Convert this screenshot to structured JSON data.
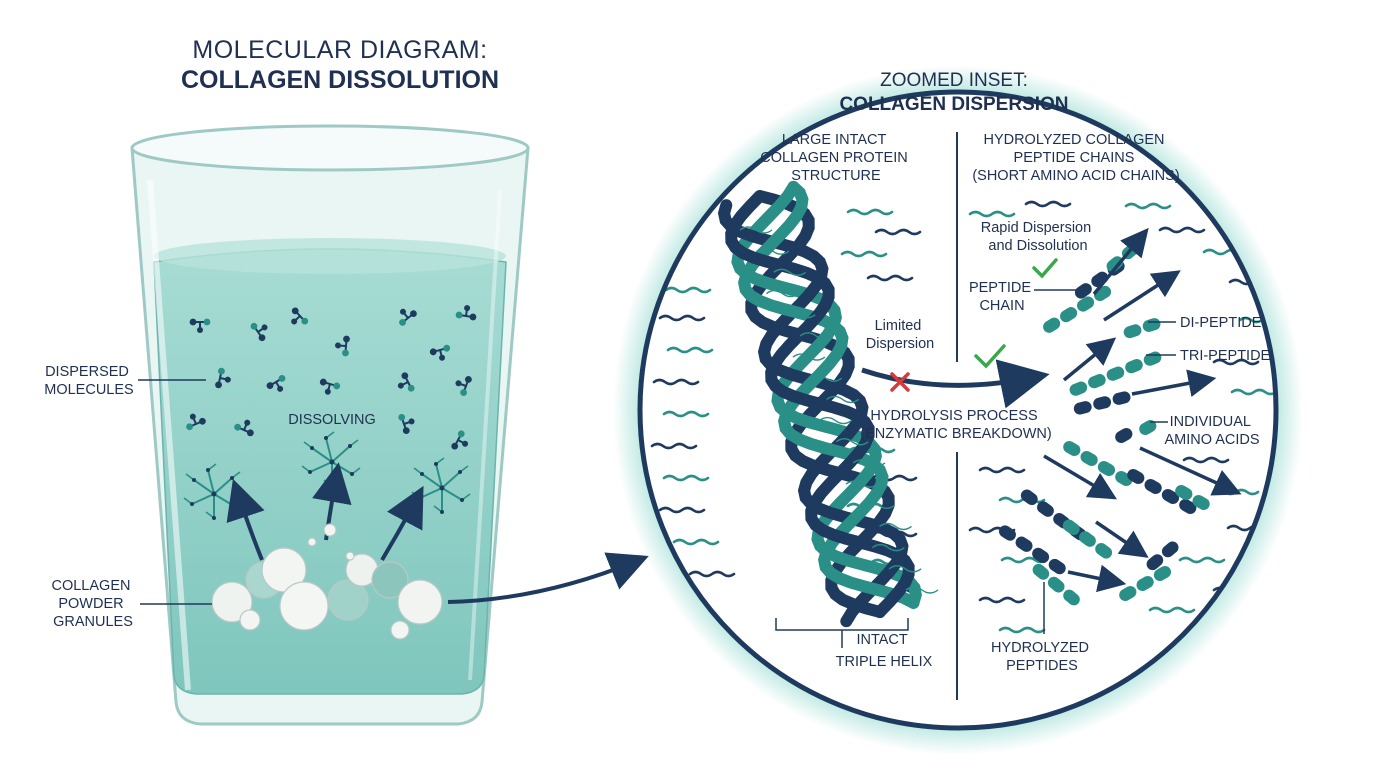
{
  "title": {
    "line1": "MOLECULAR DIAGRAM:",
    "line2": "COLLAGEN DISSOLUTION"
  },
  "glass_labels": {
    "dispersed": [
      "DISPERSED",
      "MOLECULES"
    ],
    "dissolving": "DISSOLVING",
    "granules": [
      "COLLAGEN",
      "POWDER",
      "GRANULES"
    ]
  },
  "inset": {
    "title_line1": "ZOOMED INSET:",
    "title_line2": "COLLAGEN DISPERSION",
    "left_heading": [
      "LARGE INTACT",
      "COLLAGEN PROTEIN",
      "STRUCTURE"
    ],
    "right_heading": [
      "HYDROLYZED COLLAGEN",
      "PEPTIDE CHAINS",
      "(SHORT AMINO ACID CHAINS)"
    ],
    "limited": [
      "Limited",
      "Dispersion"
    ],
    "rapid": [
      "Rapid Dispersion",
      "and Dissolution"
    ],
    "peptide_chain": [
      "PEPTIDE",
      "CHAIN"
    ],
    "hydrolysis": [
      "HYDROLYSIS PROCESS",
      "(ENZYMATIC BREAKDOWN)"
    ],
    "di_peptide": "DI-PEPTIDE",
    "tri_peptide": "TRI-PEPTIDE",
    "amino": [
      "INDIVIDUAL",
      "AMINO ACIDS"
    ],
    "helix": [
      "INTACT",
      "TRIPLE HELIX"
    ],
    "hydrolyzed": [
      "HYDROLYZED",
      "PEPTIDES"
    ]
  },
  "colors": {
    "navy": "#1f3a5f",
    "teal": "#2a8f86",
    "water": "#8fd0c8",
    "glow": "#bfe9e3",
    "cross": "#d63a3a",
    "check": "#3aa84a"
  }
}
